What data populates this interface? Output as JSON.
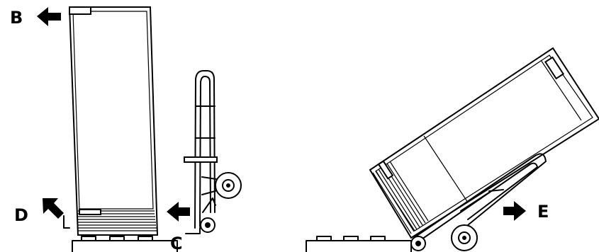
{
  "labels": {
    "b": "B",
    "c": "C",
    "d": "D",
    "e": "E"
  },
  "arrows": {
    "b": "arrow-left",
    "d": "arrow-up-left",
    "c": "arrow-left",
    "e": "arrow-right"
  },
  "colors": {
    "line": "#000000",
    "background": "#ffffff"
  }
}
